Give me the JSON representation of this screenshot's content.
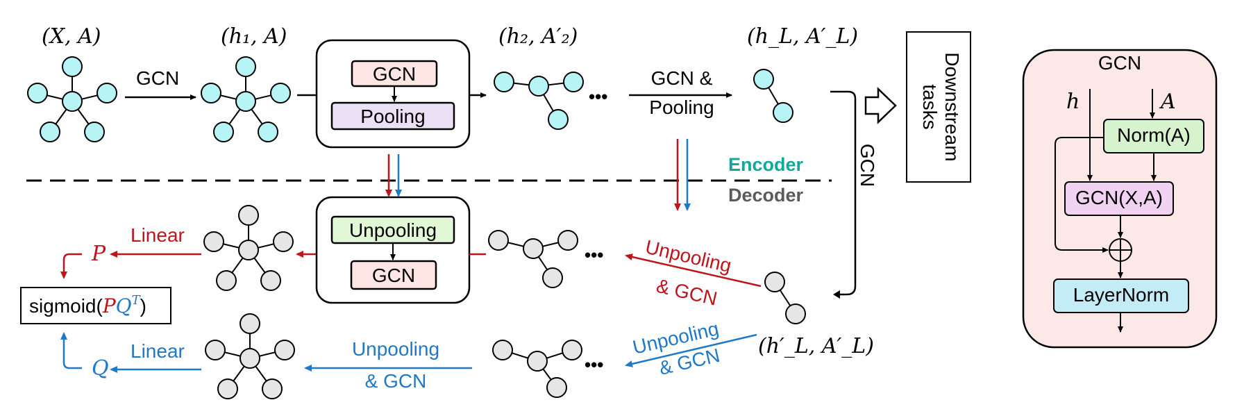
{
  "colors": {
    "node_fill": "#b7f4f6",
    "node_fill_gray": "#e6e6e6",
    "red": "#c0141c",
    "blue": "#1f78c8",
    "encoder": "#12a89c",
    "decoder": "#5a5a5a",
    "gcn_box": "#fde6e4",
    "pool_box": "#ece0f6",
    "unpool_box": "#e2f7d6",
    "norm_box": "#d7f3cd",
    "gcnxa_box": "#f2d2f2",
    "layernorm_box": "#c4ecf6",
    "panel_bg": "#fde8e8"
  },
  "encoder": {
    "graph0_label": "(X, A)",
    "graph1_label": "(h₁, A)",
    "graph2_label": "(h₂, A′₂)",
    "graphL_label": "(h_L, A′_L)",
    "arrow1_label": "GCN",
    "inner_gcn_label": "GCN",
    "inner_pooling_label": "Pooling",
    "ellipsis": "•••",
    "arrow_gp_line1": "GCN &",
    "arrow_gp_line2": "Pooling",
    "encoder_label": "Encoder",
    "decoder_label": "Decoder",
    "side_gcn_label": "GCN",
    "downstream_line1": "Downstream",
    "downstream_line2": "tasks"
  },
  "decoder": {
    "linear_red_label": "Linear",
    "linear_blue_label": "Linear",
    "p_label": "P",
    "q_label": "Q",
    "sigmoid_prefix": "sigmoid(",
    "sigmoid_p": "P",
    "sigmoid_q": "Q",
    "sigmoid_t": "T",
    "sigmoid_suffix": ")",
    "inner_unpooling_label": "Unpooling",
    "inner_gcn_label": "GCN",
    "red_unpool_line1": "Unpooling",
    "red_unpool_line2": "& GCN",
    "blue_unpool_line1": "Unpooling",
    "blue_unpool_line2": "& GCN",
    "bottom_unpool_line1": "Unpooling",
    "bottom_unpool_line2": "& GCN",
    "hL_label": "(h′_L, A′_L)",
    "ellipsis_top": "•••",
    "ellipsis_bottom": "•••"
  },
  "gcn_panel": {
    "title": "GCN",
    "h_label": "h",
    "a_label": "A",
    "norm_label": "Norm(A)",
    "gcnxa_label": "GCN(X,A)",
    "layernorm_label": "LayerNorm"
  }
}
